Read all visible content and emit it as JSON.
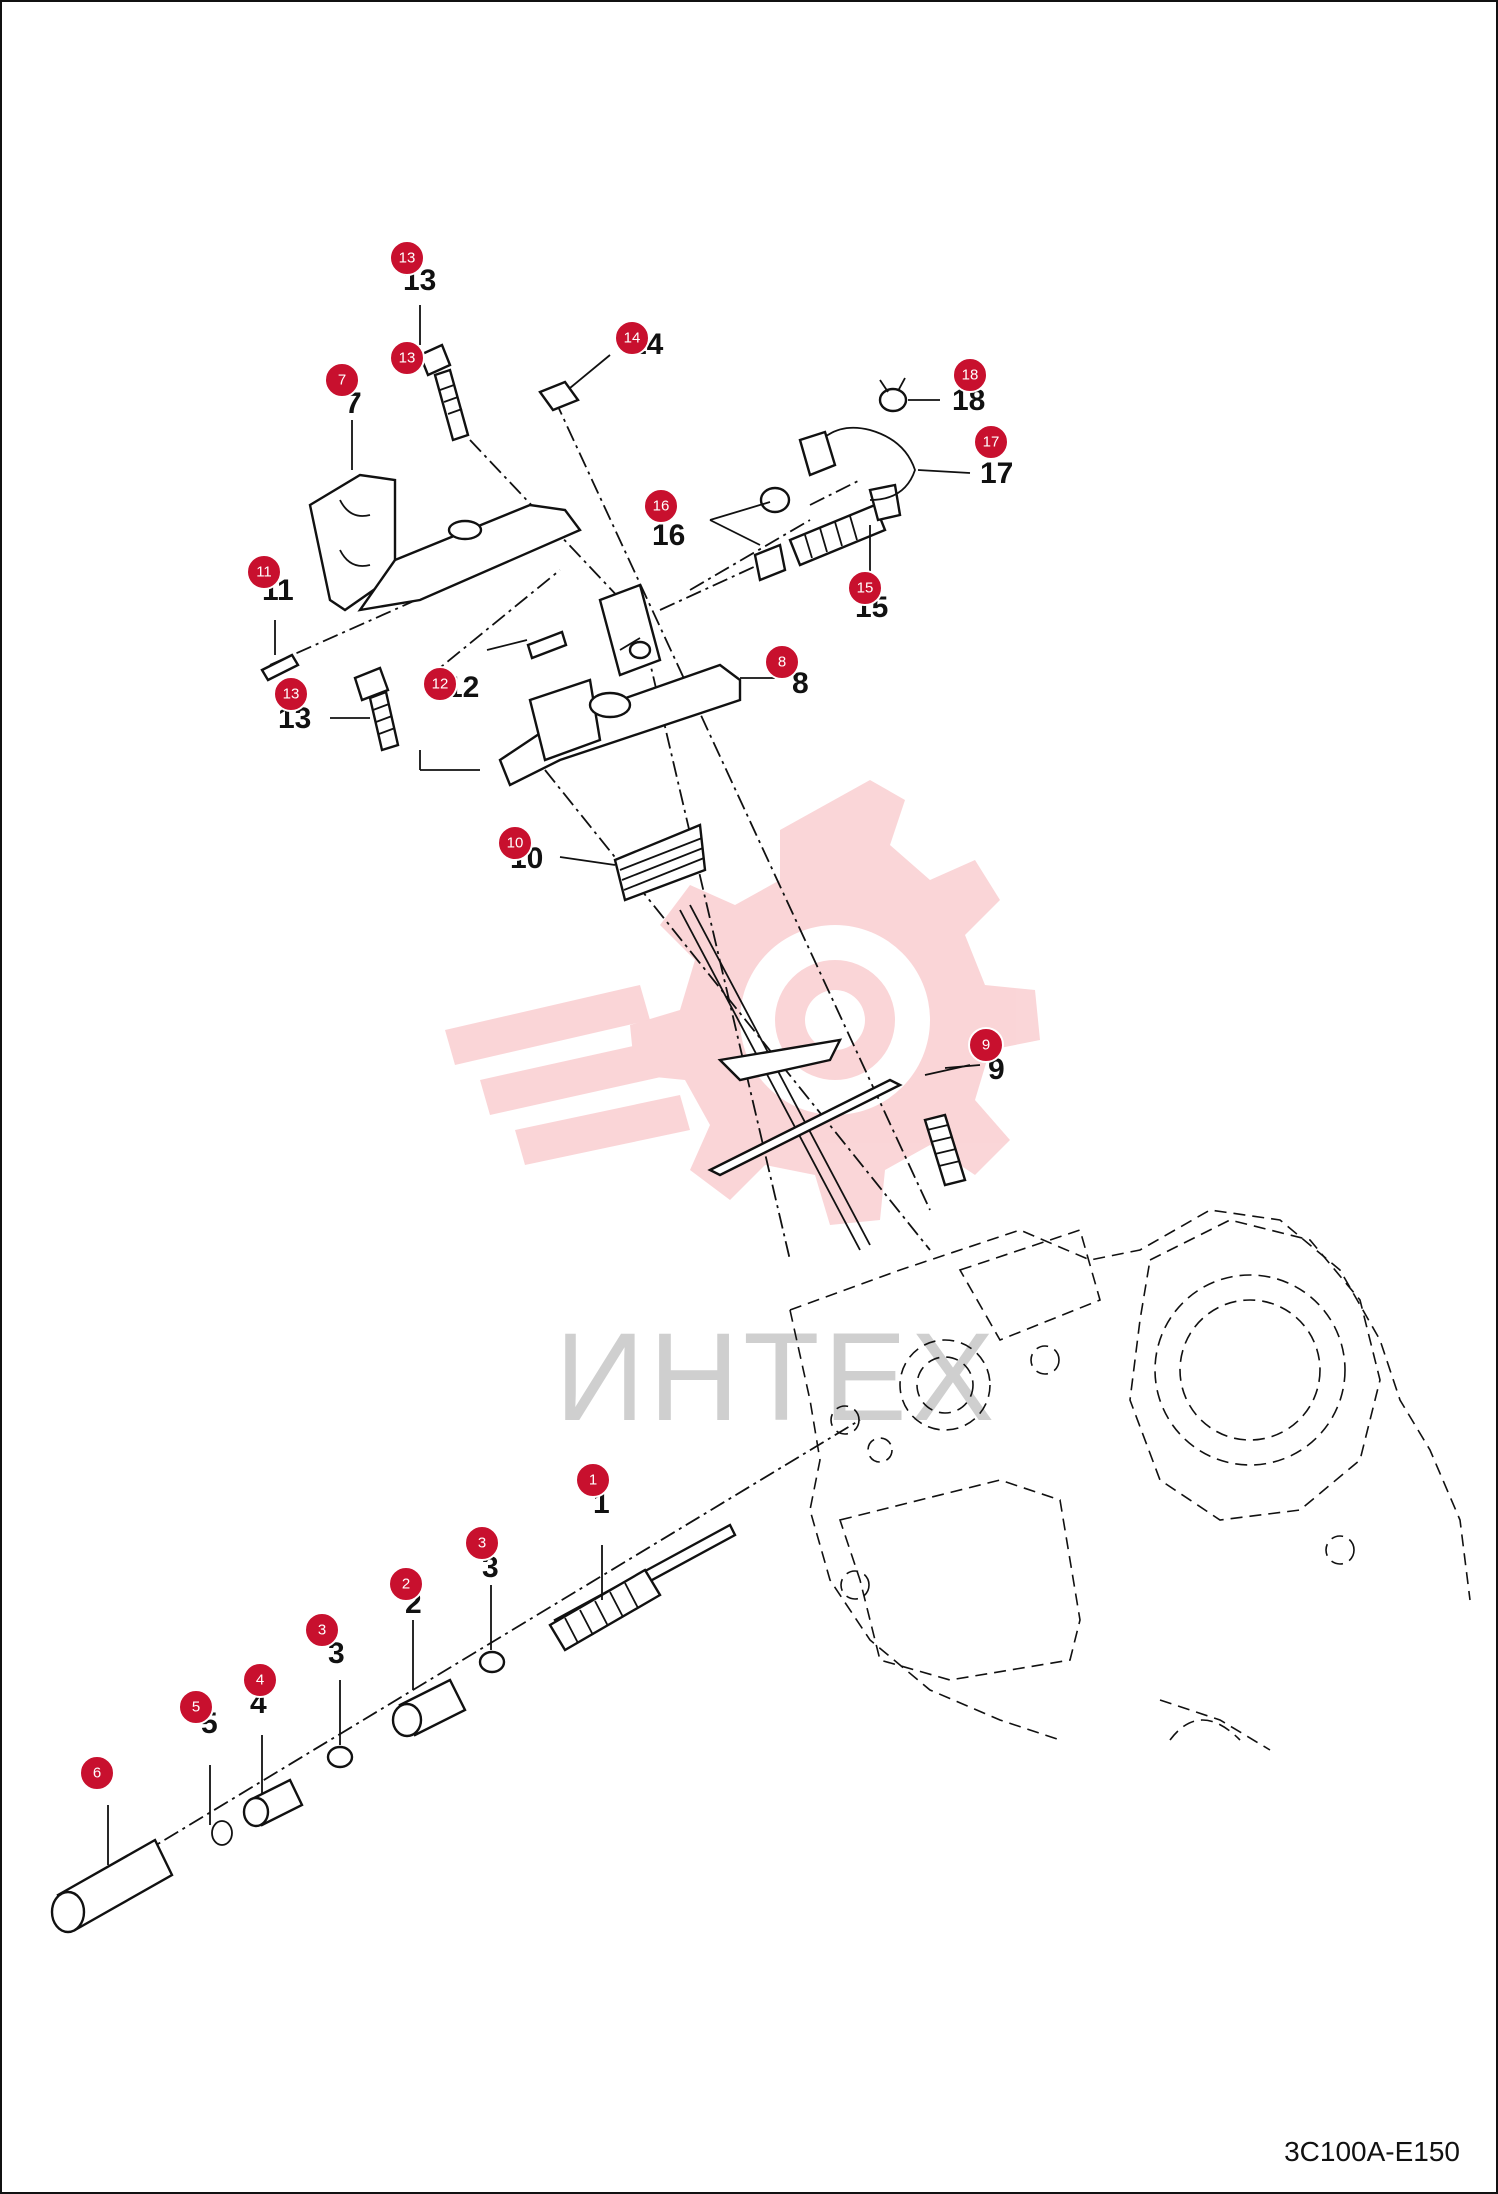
{
  "diagram": {
    "code": "3C100A-E150",
    "watermark": {
      "text": "ИНТЕХ",
      "color": "#f5a3a8"
    },
    "accent": "#c8102e",
    "callouts": [
      "1",
      "2",
      "3",
      "3",
      "4",
      "5",
      "6",
      "7",
      "8",
      "9",
      "10",
      "11",
      "12",
      "13",
      "13",
      "13",
      "14",
      "15",
      "16",
      "17",
      "18"
    ],
    "labels": [
      "1",
      "2",
      "3",
      "3",
      "4",
      "5",
      "7",
      "8",
      "9",
      "10",
      "11",
      "12",
      "13",
      "13",
      "14",
      "15",
      "16",
      "17",
      "18"
    ]
  }
}
